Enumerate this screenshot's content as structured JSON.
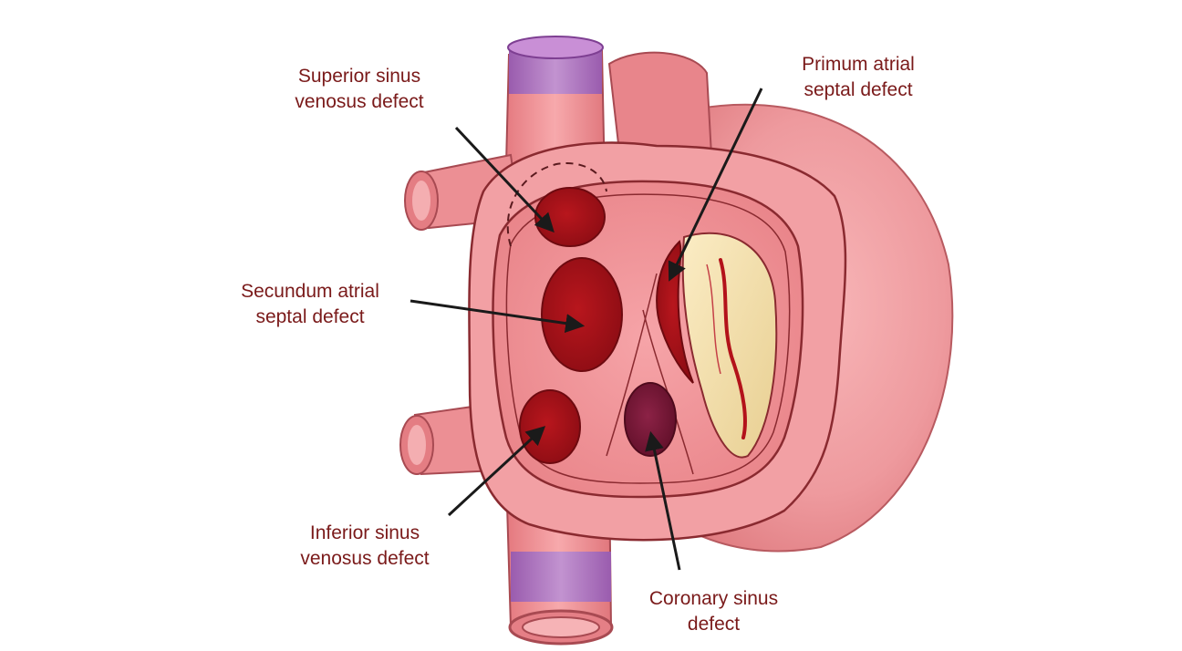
{
  "colors": {
    "label_text": "#7a1a1a",
    "tissue_light": "#f4a3a6",
    "tissue_mid": "#e8878c",
    "tissue_dark": "#d9676e",
    "outline": "#8a2a30",
    "vein_band": "#a56bb8",
    "defect_red": "#a11218",
    "coronary_purple": "#7a1836",
    "valve_cream": "#f3e0b0",
    "arrow": "#1a1a1a"
  },
  "labels": {
    "superior": {
      "line1": "Superior sinus",
      "line2": "venosus defect"
    },
    "primum": {
      "line1": "Primum atrial",
      "line2": "septal defect"
    },
    "secundum": {
      "line1": "Secundum atrial",
      "line2": "septal defect"
    },
    "inferior": {
      "line1": "Inferior sinus",
      "line2": "venosus defect"
    },
    "coronary": {
      "line1": "Coronary sinus",
      "line2": "defect"
    }
  }
}
